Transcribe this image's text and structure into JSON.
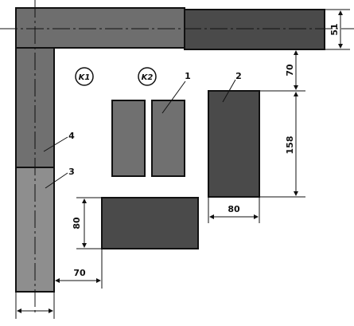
{
  "colors": {
    "dark_block": "#4a4a4a",
    "mid_block": "#707070",
    "light_block": "#8e8e8e",
    "line": "#111111",
    "background": "#ffffff"
  },
  "circle_labels": {
    "k1": "K1",
    "k2": "K2"
  },
  "part_numbers": {
    "p1": "1",
    "p2": "2",
    "p3": "3",
    "p4": "4"
  },
  "dimensions": {
    "top_right_height": "51",
    "gap_vertical": "70",
    "block_height": "158",
    "block_width": "80",
    "left_block_height": "80",
    "gap_horizontal": "70"
  }
}
